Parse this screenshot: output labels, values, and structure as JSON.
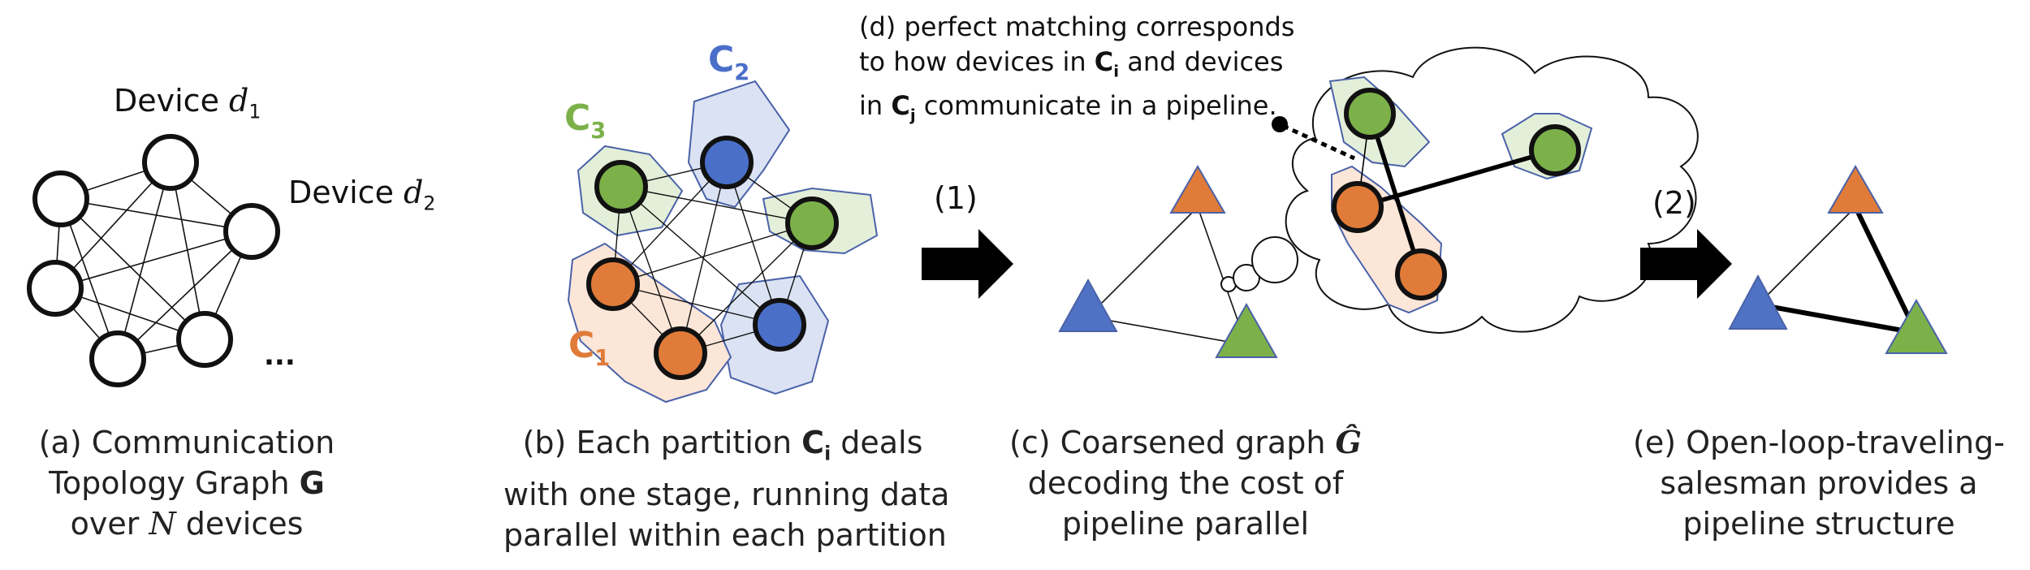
{
  "panel_a": {
    "device1": {
      "prefix": "Device ",
      "var": "d",
      "sub": "1"
    },
    "device2": {
      "prefix": "Device ",
      "var": "d",
      "sub": "2"
    },
    "ellipsis": "...",
    "caption": {
      "line1": "(a) Communication",
      "line2_prefix": "Topology Graph ",
      "line2_bold": "G",
      "line3_prefix": "over ",
      "line3_italic": "N",
      "line3_suffix": " devices"
    }
  },
  "panel_b": {
    "c1": {
      "letter": "C",
      "sub": "1"
    },
    "c2": {
      "letter": "C",
      "sub": "2"
    },
    "c3": {
      "letter": "C",
      "sub": "3"
    },
    "caption": {
      "line1_prefix": "(b) Each partition ",
      "line1_bold": "C",
      "line1_sub": "i",
      "line1_suffix": " deals",
      "line2": "with one stage, running data",
      "line3": "parallel within each partition"
    }
  },
  "step1": "(1)",
  "step2": "(2)",
  "panel_c": {
    "caption": {
      "line1_prefix": "(c) Coarsened graph  ",
      "line1_symbol": "Ĝ",
      "line2": "decoding the cost of",
      "line3": "pipeline parallel"
    }
  },
  "panel_d": {
    "line1": "(d) perfect matching corresponds",
    "line2_prefix": "to how devices in ",
    "line2_bold": "C",
    "line2_sub": "i",
    "line2_suffix": " and devices",
    "line3_prefix": "in ",
    "line3_bold": "C",
    "line3_sub": "j",
    "line3_suffix": " communicate in a pipeline."
  },
  "panel_e": {
    "caption": {
      "line1": "(e) Open-loop-traveling-",
      "line2": "salesman provides a",
      "line3": "pipeline structure"
    }
  },
  "colors": {
    "orange": "#e07b39",
    "green": "#7cb14a",
    "blue": "#4a6fc9",
    "triangle_blue": "#4f72c4",
    "region_orange": "#fbe6d8",
    "region_green": "#e4efd9",
    "region_blue": "#dbe2f3",
    "outline": "#4a62a8",
    "c1_label": "#e07b39",
    "c2_label": "#4a6fc9",
    "c3_label": "#7cb14a"
  }
}
